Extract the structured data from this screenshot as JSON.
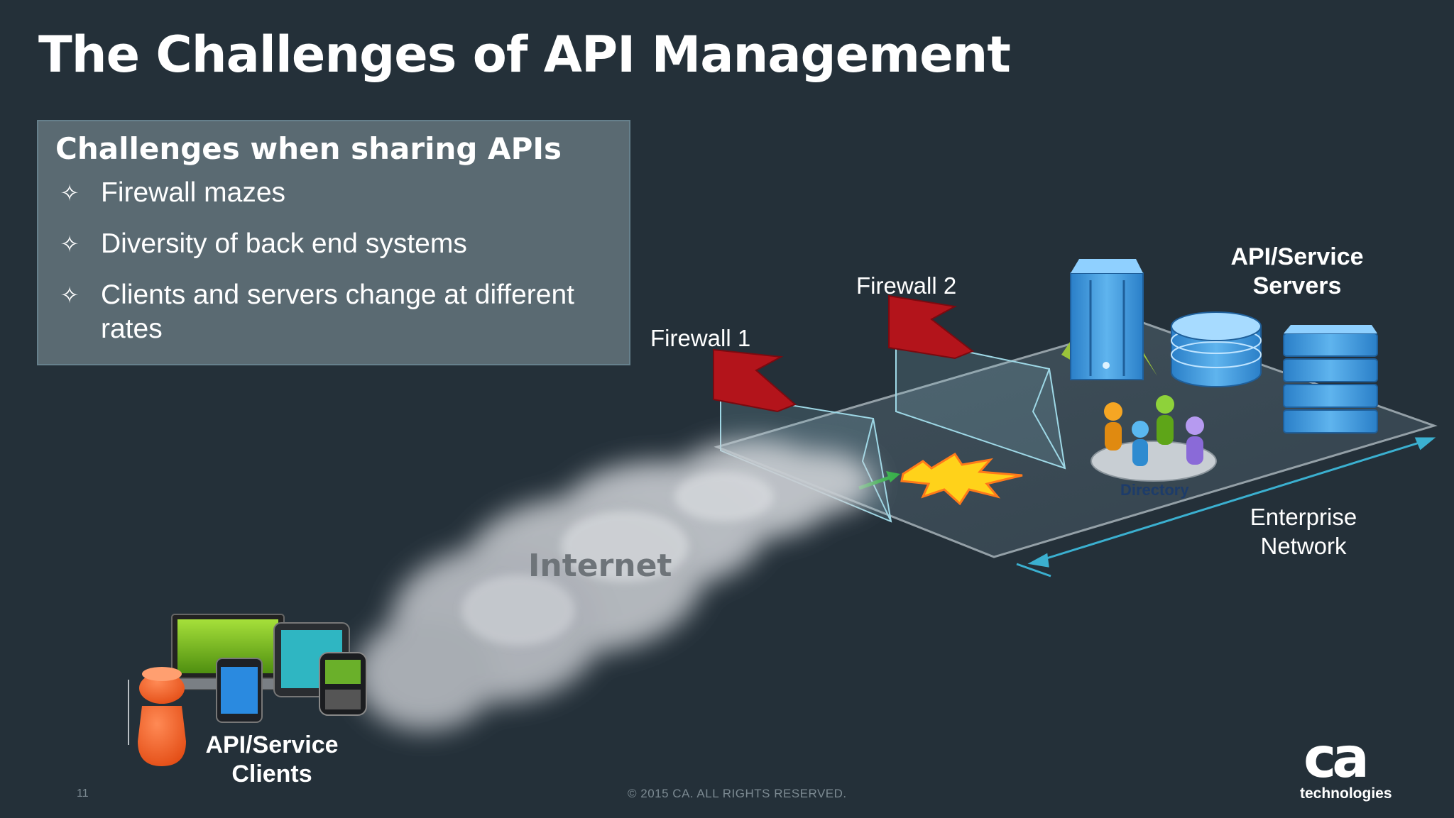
{
  "slide": {
    "title": "The Challenges of API Management",
    "page_number": "11",
    "copyright": "© 2015 CA. ALL RIGHTS RESERVED."
  },
  "challenges": {
    "heading": "Challenges when sharing APIs",
    "items": [
      "Firewall mazes",
      "Diversity of back end systems",
      "Clients and servers change at different rates"
    ]
  },
  "diagram": {
    "firewall_1": "Firewall 1",
    "firewall_2": "Firewall  2",
    "servers_label_line1": "API/Service",
    "servers_label_line2": "Servers",
    "directory_label": "Directory",
    "network_label_line1": "Enterprise",
    "network_label_line2": "Network",
    "internet_label": "Internet",
    "clients_label_line1": "API/Service",
    "clients_label_line2": "Clients"
  },
  "logo": {
    "mark": "ca",
    "wordmark": "technologies"
  },
  "icons": {
    "bullet": "four-point-star-icon",
    "firewalls": "firewall-flag-icon",
    "clients": [
      "person-icon",
      "laptop-icon",
      "tablet-icon",
      "smartphone-icon",
      "blackberry-icon"
    ],
    "servers": [
      "server-tower-icon",
      "database-icon",
      "rack-server-icon"
    ],
    "directory": "directory-users-icon",
    "collision": "explosion-icon"
  },
  "colors": {
    "background": "#243039",
    "panel": "#5a6a72",
    "firewall": "#b3141b",
    "network_arrow": "#3bb0d0",
    "explosion": "#ffd21a"
  }
}
